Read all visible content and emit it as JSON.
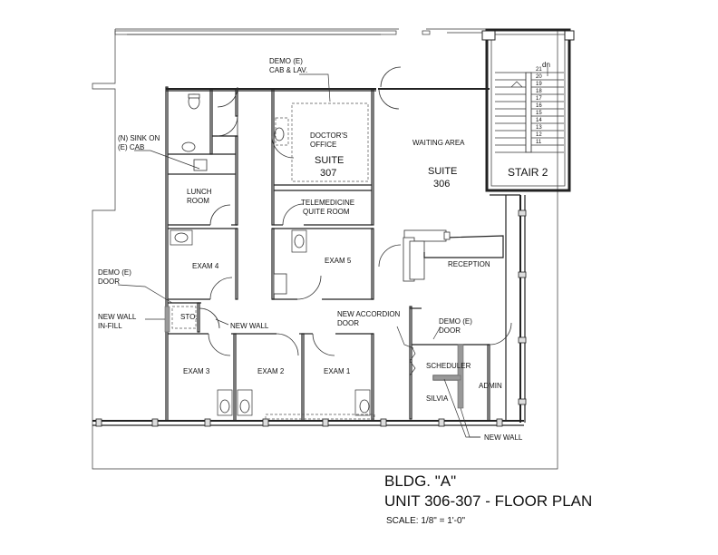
{
  "rooms": {
    "doctors_office": [
      "DOCTOR'S",
      "OFFICE"
    ],
    "suite_307": [
      "SUITE",
      "307"
    ],
    "waiting_area": "WAITING AREA",
    "suite_306": [
      "SUITE",
      "306"
    ],
    "stair_2": "STAIR 2",
    "lunch_room": [
      "LUNCH",
      "ROOM"
    ],
    "telemedicine": [
      "TELEMEDICINE",
      "QUITE ROOM"
    ],
    "exam_4": "EXAM 4",
    "exam_5": "EXAM 5",
    "exam_3": "EXAM 3",
    "exam_2": "EXAM 2",
    "exam_1": "EXAM 1",
    "reception": "RECEPTION",
    "sto": "STO.",
    "scheduler": "SCHEDULER",
    "silvia": "SILVIA",
    "admin": "ADMIN",
    "stair_dn": "dn"
  },
  "notes": {
    "demo_cab_lav": [
      "DEMO (E)",
      "CAB & LAV."
    ],
    "sink_on_cab": [
      "(N) SINK ON",
      "(E) CAB"
    ],
    "demo_door_left": [
      "DEMO (E)",
      "DOOR"
    ],
    "new_wall_infill": [
      "NEW WALL",
      "IN-FILL"
    ],
    "new_wall_mid": "NEW WALL",
    "new_accordion_door": [
      "NEW ACCORDION",
      "DOOR"
    ],
    "demo_door_right": [
      "DEMO (E)",
      "DOOR"
    ],
    "new_wall_bottom": "NEW WALL"
  },
  "stair_numbers": [
    "21",
    "20",
    "19",
    "18",
    "17",
    "16",
    "15",
    "14",
    "13",
    "12",
    "11"
  ],
  "title_block": {
    "building": "BLDG. \"A\"",
    "unit": "UNIT 306-307 - FLOOR PLAN",
    "scale": "SCALE: 1/8\" = 1'-0\""
  },
  "colors": {
    "ink": "#222222",
    "new_wall_fill": "#999999",
    "background": "#ffffff"
  }
}
